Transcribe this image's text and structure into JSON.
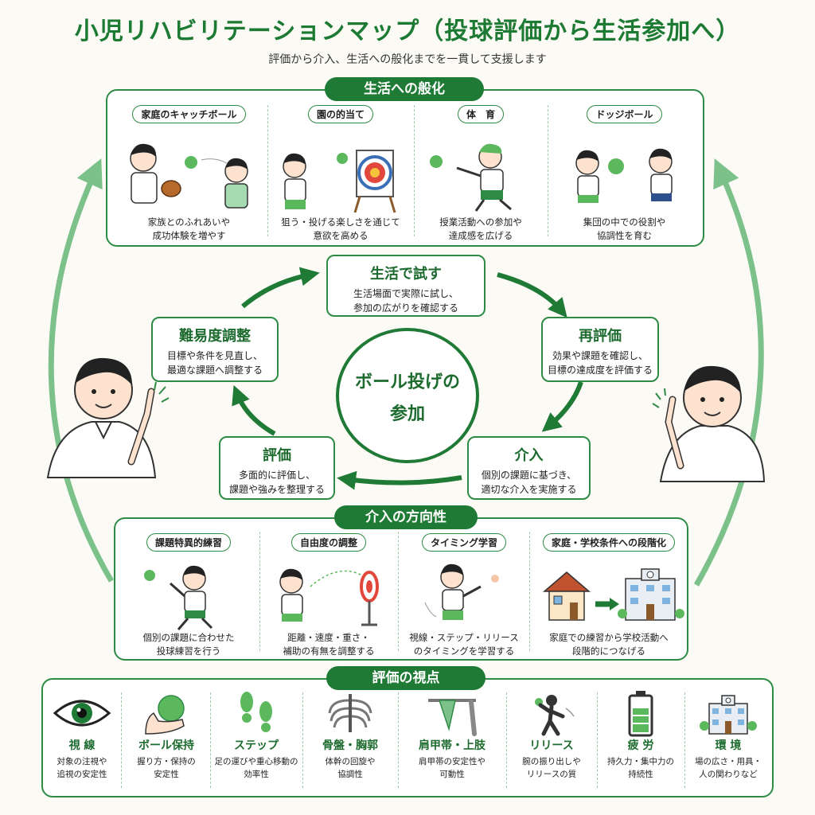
{
  "title": "小児リハビリテーションマップ（投球評価から生活参加へ）",
  "subtitle": "評価から介入、生活への般化までを一貫して支援します",
  "life": {
    "label": "生活への般化",
    "cards": [
      {
        "tag": "家庭のキャッチボール",
        "line1": "家族とのふれあいや",
        "line2": "成功体験を増やす"
      },
      {
        "tag": "園の的当て",
        "line1": "狙う・投げる楽しさを通じて",
        "line2": "意欲を高める"
      },
      {
        "tag": "体　育",
        "line1": "授業活動への参加や",
        "line2": "達成感を広げる"
      },
      {
        "tag": "ドッジボール",
        "line1": "集団の中での役割や",
        "line2": "協調性を育む"
      }
    ]
  },
  "cycle": {
    "center_line1": "ボール投げの",
    "center_line2": "参加",
    "try": {
      "h": "生活で試す",
      "d1": "生活場面で実際に試し、",
      "d2": "参加の広がりを確認する"
    },
    "reeval": {
      "h": "再評価",
      "d1": "効果や課題を確認し、",
      "d2": "目標の達成度を評価する"
    },
    "intervene": {
      "h": "介入",
      "d1": "個別の課題に基づき、",
      "d2": "適切な介入を実施する"
    },
    "evaluate": {
      "h": "評価",
      "d1": "多面的に評価し、",
      "d2": "課題や強みを整理する"
    },
    "adjust": {
      "h": "難易度調整",
      "d1": "目標や条件を見直し、",
      "d2": "最適な課題へ調整する"
    }
  },
  "direction": {
    "label": "介入の方向性",
    "cards": [
      {
        "tag": "課題特異的練習",
        "line1": "個別の課題に合わせた",
        "line2": "投球練習を行う"
      },
      {
        "tag": "自由度の調整",
        "line1": "距離・速度・重さ・",
        "line2": "補助の有無を調整する"
      },
      {
        "tag": "タイミング学習",
        "line1": "視線・ステップ・リリース",
        "line2": "のタイミングを学習する"
      },
      {
        "tag": "家庭・学校条件への段階化",
        "line1": "家庭での練習から学校活動へ",
        "line2": "段階的につなげる"
      }
    ]
  },
  "views": {
    "label": "評価の視点",
    "items": [
      {
        "h": "視 線",
        "d1": "対象の注視や",
        "d2": "追視の安定性"
      },
      {
        "h": "ボール保持",
        "d1": "握り方・保持の",
        "d2": "安定性"
      },
      {
        "h": "ステップ",
        "d1": "足の運びや重心移動の",
        "d2": "効率性"
      },
      {
        "h": "骨盤・胸郭",
        "d1": "体幹の回旋や",
        "d2": "協調性"
      },
      {
        "h": "肩甲帯・上肢",
        "d1": "肩甲帯の安定性や",
        "d2": "可動性"
      },
      {
        "h": "リリース",
        "d1": "腕の振り出しや",
        "d2": "リリースの質"
      },
      {
        "h": "疲 労",
        "d1": "持久力・集中力の",
        "d2": "持続性"
      },
      {
        "h": "環 境",
        "d1": "場の広さ・用具・",
        "d2": "人の関わりなど"
      }
    ]
  },
  "colors": {
    "primary": "#1f7a35",
    "light": "#7cc08a",
    "ball": "#5cb85c"
  }
}
